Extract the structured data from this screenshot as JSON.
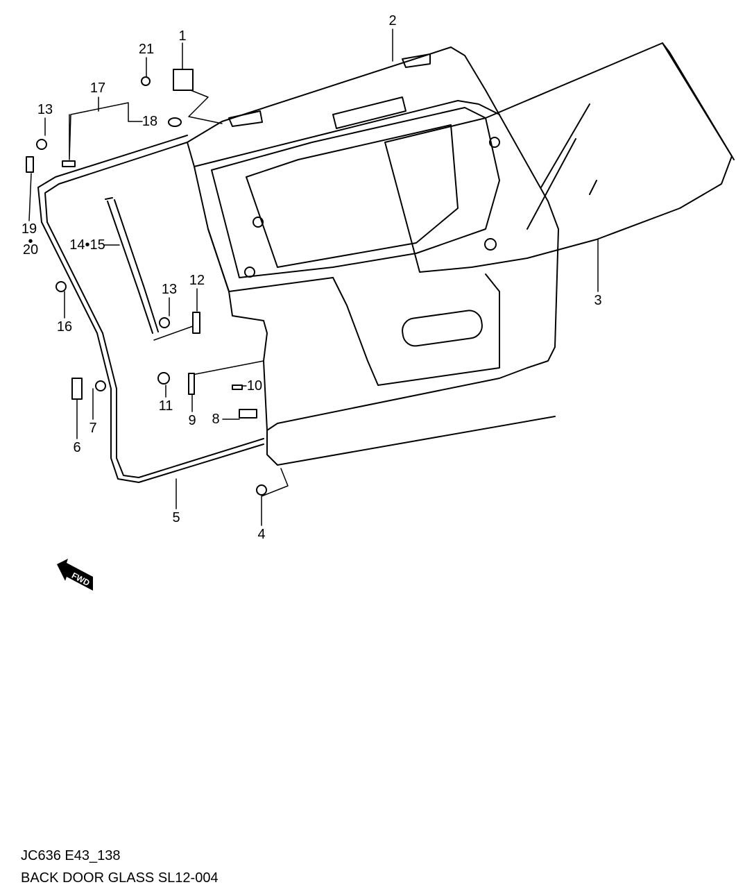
{
  "diagram": {
    "callouts": [
      {
        "id": "c1",
        "text": "1"
      },
      {
        "id": "c2",
        "text": "2"
      },
      {
        "id": "c3",
        "text": "3"
      },
      {
        "id": "c4",
        "text": "4"
      },
      {
        "id": "c5",
        "text": "5"
      },
      {
        "id": "c6",
        "text": "6"
      },
      {
        "id": "c7",
        "text": "7"
      },
      {
        "id": "c8",
        "text": "8"
      },
      {
        "id": "c9",
        "text": "9"
      },
      {
        "id": "c10",
        "text": "10"
      },
      {
        "id": "c11",
        "text": "11"
      },
      {
        "id": "c12",
        "text": "12"
      },
      {
        "id": "c13a",
        "text": "13"
      },
      {
        "id": "c13b",
        "text": "13"
      },
      {
        "id": "c1415",
        "text": "14•15"
      },
      {
        "id": "c16",
        "text": "16"
      },
      {
        "id": "c17",
        "text": "17"
      },
      {
        "id": "c18",
        "text": "18"
      },
      {
        "id": "c19",
        "text": "19"
      },
      {
        "id": "c20",
        "text": "•\n20"
      },
      {
        "id": "c21",
        "text": "21"
      }
    ],
    "fwd_badge": "FWD"
  },
  "footer": {
    "code": "JC636 E43_138",
    "title": "BACK DOOR GLASS SL12-004"
  }
}
